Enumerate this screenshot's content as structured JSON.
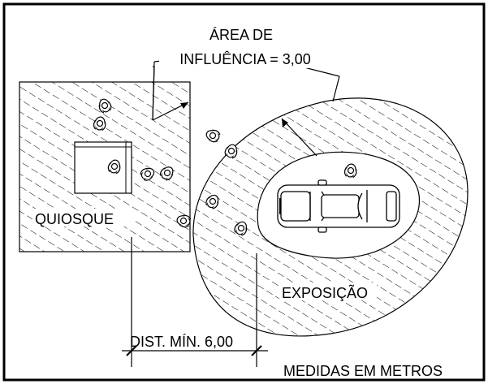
{
  "labels": {
    "area_line1": "ÁREA DE",
    "area_line2": "INFLUÊNCIA = 3,00",
    "kiosk": "QUIOSQUE",
    "exhibition": "EXPOSIÇÃO",
    "distance": "DIST. MÍN. 6,00",
    "units": "MEDIDAS EM METROS"
  },
  "colors": {
    "ink": "#000000",
    "paper": "#ffffff"
  }
}
